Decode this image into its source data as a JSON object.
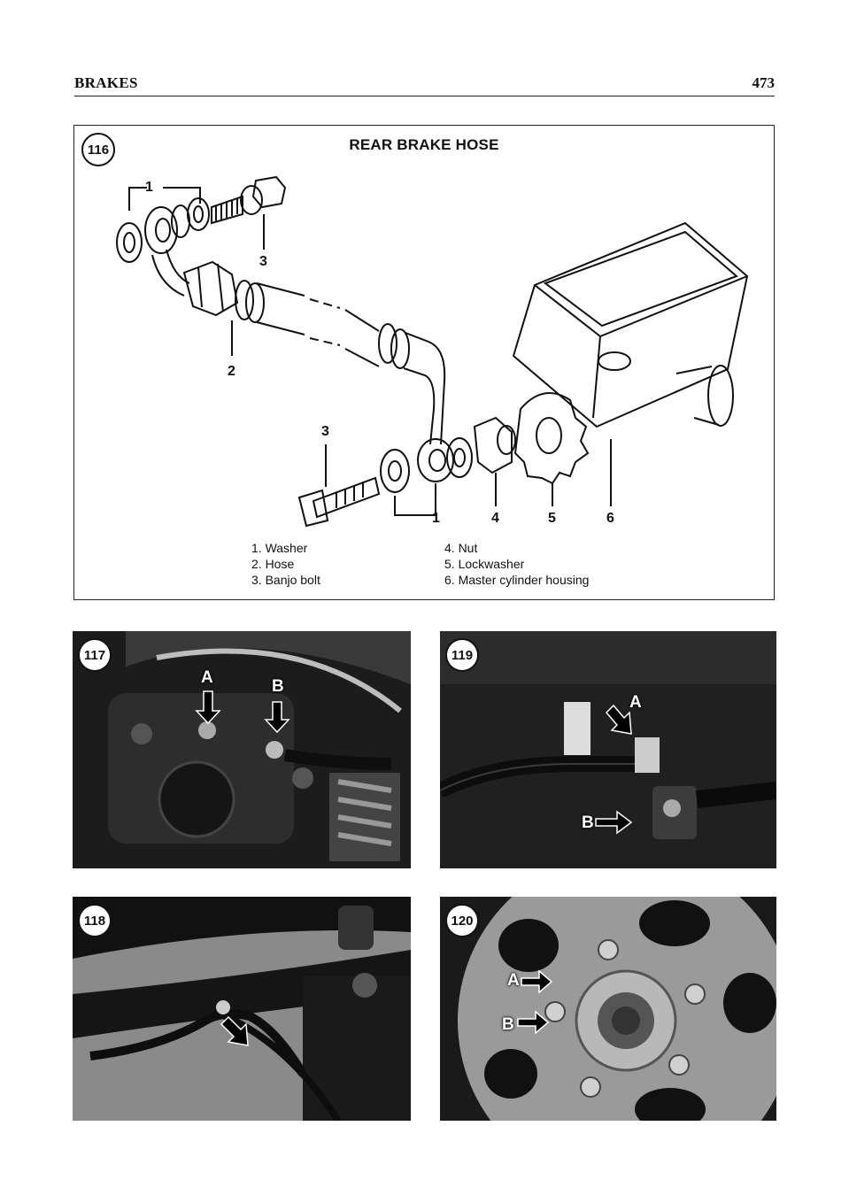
{
  "header": {
    "section": "BRAKES",
    "page_number": "473"
  },
  "figure116": {
    "number": "116",
    "title": "REAR BRAKE HOSE",
    "callouts": {
      "c1_top": "1",
      "c1_bottom": "1",
      "c2": "2",
      "c3_top": "3",
      "c3_bottom": "3",
      "c4": "4",
      "c5": "5",
      "c6": "6"
    },
    "legend_left": [
      "1. Washer",
      "2. Hose",
      "3. Banjo bolt"
    ],
    "legend_right": [
      "4. Nut",
      "5. Lockwasher",
      "6. Master cylinder housing"
    ]
  },
  "photos": [
    {
      "number": "117",
      "labels": [
        "A",
        "B"
      ]
    },
    {
      "number": "119",
      "labels": [
        "A",
        "B"
      ]
    },
    {
      "number": "118",
      "labels": []
    },
    {
      "number": "120",
      "labels": [
        "A",
        "B"
      ]
    }
  ]
}
